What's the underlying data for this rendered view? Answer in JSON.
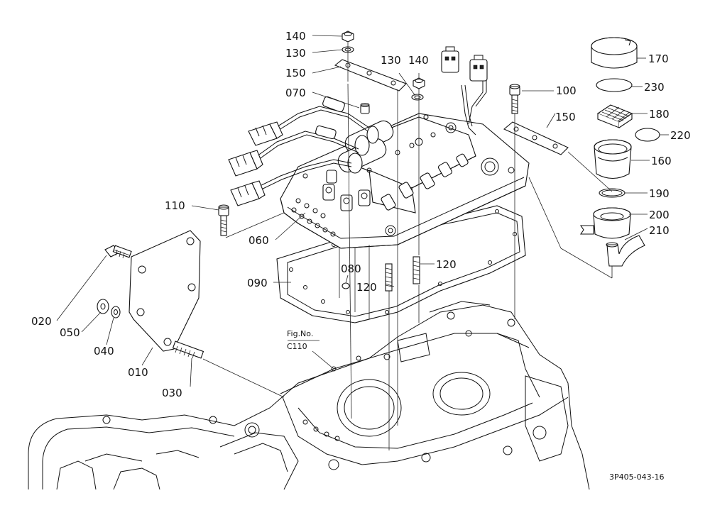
{
  "callouts": [
    {
      "id": "p140a",
      "text": "140"
    },
    {
      "id": "p130a",
      "text": "130"
    },
    {
      "id": "p150a",
      "text": "150"
    },
    {
      "id": "p070",
      "text": "070"
    },
    {
      "id": "p130b",
      "text": "130"
    },
    {
      "id": "p140b",
      "text": "140"
    },
    {
      "id": "p100",
      "text": "100"
    },
    {
      "id": "p150b",
      "text": "150"
    },
    {
      "id": "p170",
      "text": "170"
    },
    {
      "id": "p230",
      "text": "230"
    },
    {
      "id": "p180",
      "text": "180"
    },
    {
      "id": "p220",
      "text": "220"
    },
    {
      "id": "p160",
      "text": "160"
    },
    {
      "id": "p190",
      "text": "190"
    },
    {
      "id": "p200",
      "text": "200"
    },
    {
      "id": "p210",
      "text": "210"
    },
    {
      "id": "p110",
      "text": "110"
    },
    {
      "id": "p060",
      "text": "060"
    },
    {
      "id": "p080",
      "text": "080"
    },
    {
      "id": "p120a",
      "text": "120"
    },
    {
      "id": "p090",
      "text": "090"
    },
    {
      "id": "p120b",
      "text": "120"
    },
    {
      "id": "p020",
      "text": "020"
    },
    {
      "id": "p050",
      "text": "050"
    },
    {
      "id": "p040",
      "text": "040"
    },
    {
      "id": "p010",
      "text": "010"
    },
    {
      "id": "p030",
      "text": "030"
    }
  ],
  "figure_ref": {
    "line1": "Fig.No.",
    "line2": "C110"
  },
  "drawing_code": "3P405-043-16"
}
